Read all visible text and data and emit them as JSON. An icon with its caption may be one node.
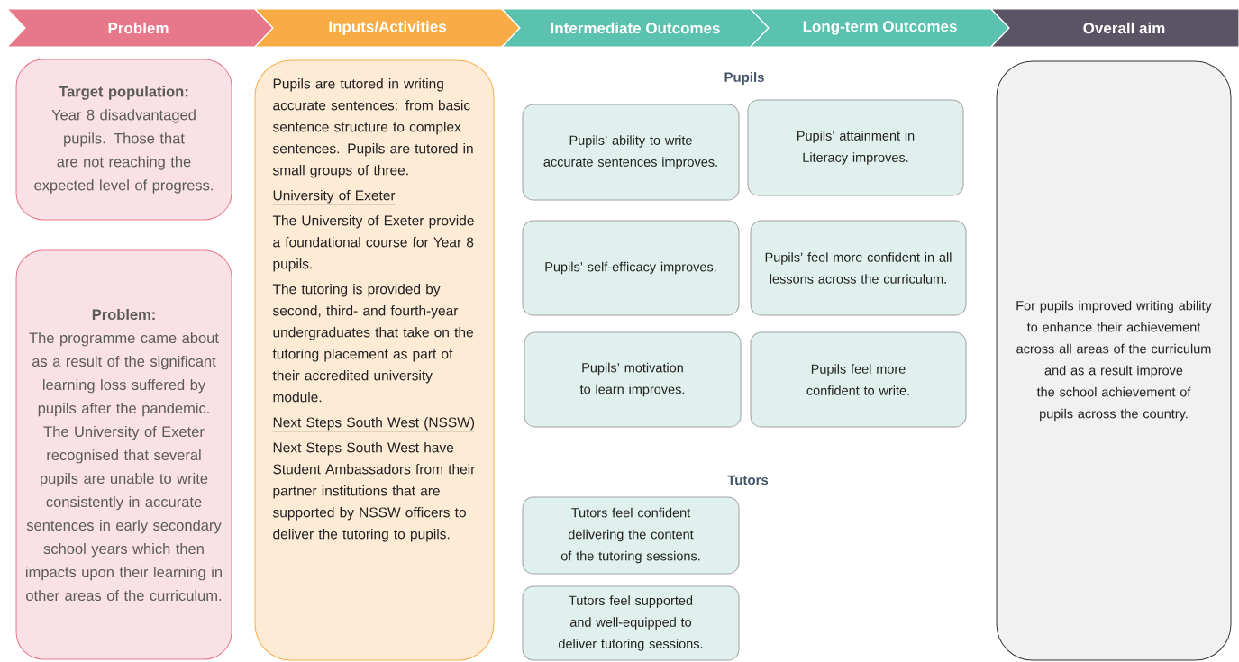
{
  "diagram": {
    "nodes": [
      {
        "text": [
          "Problem"
        ]
      },
      {
        "text": [
          "Inputs/Activities"
        ]
      },
      {
        "text": [
          "Intermediate Outcomes"
        ]
      },
      {
        "text": [
          "Long-term Outcomes"
        ]
      },
      {
        "text": [
          "Overall aim"
        ]
      },
      {
        "text": [
          "Target population:",
          "Year 8 disadvantaged pupils. Those that are not reaching the expected level of progress."
        ]
      },
      {
        "text": [
          "Problem:",
          "The programme came about as a result of the significant learning loss suffered by pupils after the pandemic.",
          "The University of Exeter recognised that several pupils are unable to write consistently in accurate sentences in early secondary school years which then impacts upon their learning in other areas of the curriculum."
        ]
      },
      {
        "text": [
          "Pupils are tutored in writing accurate sentences: from basic sentence structure to complex sentences. Pupils are tutored in small groups of three.",
          "University of Exeter",
          "The University of Exeter provide a foundational course for Year 8 pupils.",
          "The tutoring is provided by second, third- and fourth-year undergraduates that take on the tutoring placement as part of their accredited university module.",
          "Next Steps South West (NSSW)",
          "Next Steps South West have Student Ambassadors from their partner institutions that are supported by NSSW officers to deliver the tutoring to pupils."
        ]
      },
      {
        "text": [
          "Pupils’ ability to write accurate sentences improves."
        ]
      },
      {
        "text": [
          "Pupils’ attainment in Literacy improves."
        ]
      },
      {
        "text": [
          "Pupils’ self-efficacy improves."
        ]
      },
      {
        "text": [
          "Pupils’ feel more confident in all lessons across the curriculum."
        ]
      },
      {
        "text": [
          "Pupils’ motivation to learn improves."
        ]
      },
      {
        "text": [
          "Pupils feel more confident to write."
        ]
      },
      {
        "text": [
          "Tutors feel confident delivering the content of the tutoring sessions."
        ]
      },
      {
        "text": [
          "Tutors feel supported and well-equipped to deliver tutoring sessions."
        ]
      },
      {
        "text": [
          "For pupils improved writing ability to enhance their achievement across all areas of the curriculum and as a result improve the school achievement of pupils across the country."
        ]
      }
    ],
    "labels": [
      "Pupils",
      "Tutors"
    ]
  }
}
